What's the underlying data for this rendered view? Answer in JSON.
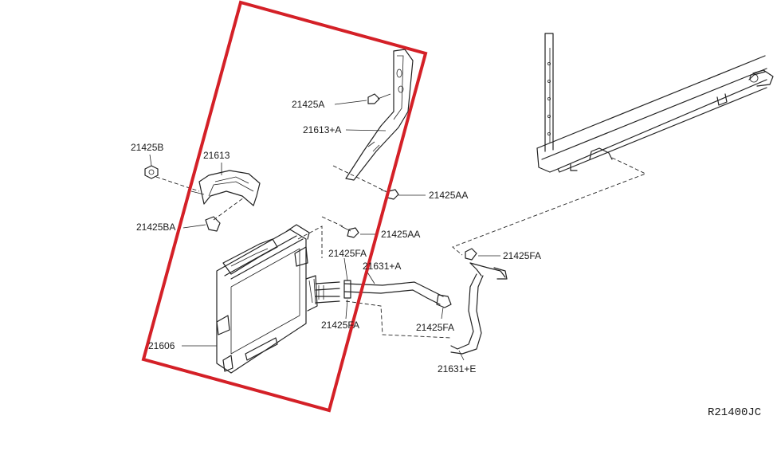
{
  "highlight_color": "#d42027",
  "reference_code": "R21400JC",
  "labels": {
    "bolt_top": "21425A",
    "bracket_upper": "21613+A",
    "nut_left": "21425B",
    "cover": "21613",
    "clip_left": "21425BA",
    "bolt_mid_upper": "21425AA",
    "bolt_mid_lower": "21425AA",
    "clamp_center_upper": "21425FA",
    "hose_a": "21631+A",
    "clamp_right": "21425FA",
    "clamp_center_lower": "21425FA",
    "clamp_hose_lower": "21425FA",
    "cooler": "21606",
    "hose_e": "21631+E"
  }
}
